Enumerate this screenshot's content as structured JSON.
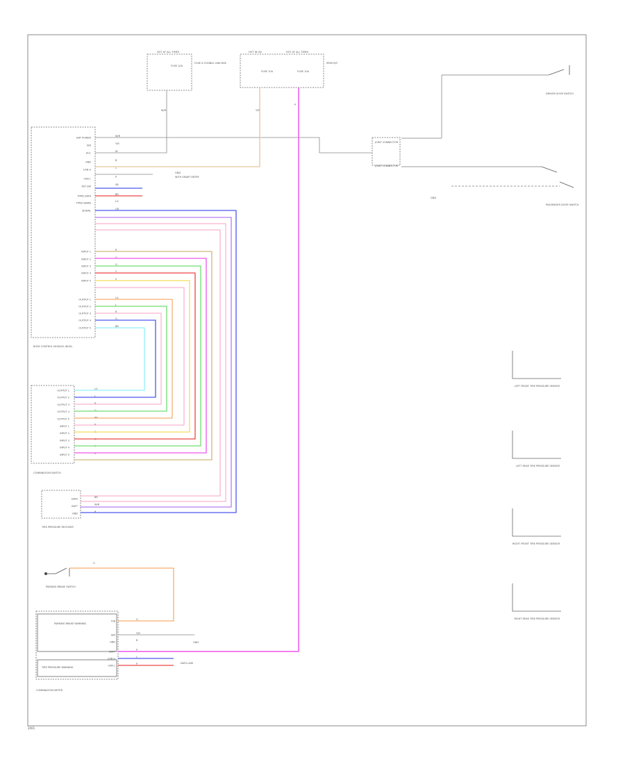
{
  "colors": {
    "yellow": "#f4de5a",
    "tan": "#e3c79a",
    "magenta": "#ee55ee",
    "blue": "#4a58ee",
    "red": "#ee4444",
    "pink": "#f9b3cf",
    "orange": "#f6ae6d",
    "green": "#6edd6e",
    "lightgreen": "#b6f49a",
    "cyan": "#8ef2f7",
    "violet": "#b77cf2",
    "lavender": "#c8b7f2",
    "olive": "#cdb87a"
  },
  "fuse_box": {
    "header": "HOT AT ALL TIMES",
    "fuse_label": "FUSE 10A",
    "title": "FUSE & FUSIBLE LINK BOX",
    "wire": "W/R"
  },
  "ipdm": {
    "header_left": "HOT IN ON",
    "header_right": "HOT AT ALL TIMES",
    "fuse_left": "FUSE 10A",
    "fuse_right": "FUSE 10A",
    "title": "IPDM E/R",
    "wire_left": "Y/R",
    "wire_right": "P"
  },
  "bcm": {
    "title": "BODY CONTROL MODULE (BCM)",
    "pins": [
      {
        "pin": "",
        "name": "BAT POWER",
        "wire": "W/R"
      },
      {
        "pin": "",
        "name": "IGN",
        "wire": "Y/R"
      },
      {
        "pin": "",
        "name": "ACC",
        "wire": "W"
      },
      {
        "pin": "",
        "name": "GND",
        "wire": "B"
      },
      {
        "pin": "",
        "name": "CAN H",
        "wire": "L"
      },
      {
        "pin": "",
        "name": "CAN L",
        "wire": "P"
      },
      {
        "pin": "",
        "name": "KEY SW",
        "wire": "SB"
      },
      {
        "pin": "",
        "name": "TPMS DATA",
        "wire": "BR"
      },
      {
        "pin": "",
        "name": "TPMS WARN",
        "wire": "LG"
      },
      {
        "pin": "",
        "name": "SIGNAL",
        "wire": "GR"
      },
      {
        "pin": "",
        "name": "INPUT 1",
        "wire": "R"
      },
      {
        "pin": "",
        "name": "INPUT 2",
        "wire": "G"
      },
      {
        "pin": "",
        "name": "INPUT 3",
        "wire": "O"
      },
      {
        "pin": "",
        "name": "INPUT 4",
        "wire": "Y"
      },
      {
        "pin": "",
        "name": "INPUT 5",
        "wire": "V"
      },
      {
        "pin": "",
        "name": "OUTPUT 1",
        "wire": "LG"
      },
      {
        "pin": "",
        "name": "OUTPUT 2",
        "wire": "L"
      },
      {
        "pin": "",
        "name": "OUTPUT 3",
        "wire": "R"
      },
      {
        "pin": "",
        "name": "OUTPUT 4",
        "wire": "G"
      },
      {
        "pin": "",
        "name": "OUTPUT 5",
        "wire": "BR"
      }
    ],
    "ground_ref": "GND",
    "ground_note": "WITH SMART ENTRY"
  },
  "combination_switch": {
    "title": "COMBINATION SWITCH",
    "pins": [
      {
        "pin": "",
        "name": "OUTPUT 1",
        "wire": "LG"
      },
      {
        "pin": "",
        "name": "OUTPUT 2",
        "wire": "L"
      },
      {
        "pin": "",
        "name": "OUTPUT 3",
        "wire": "R"
      },
      {
        "pin": "",
        "name": "OUTPUT 4",
        "wire": "G"
      },
      {
        "pin": "",
        "name": "OUTPUT 5",
        "wire": "BR"
      },
      {
        "pin": "",
        "name": "INPUT 1",
        "wire": "R"
      },
      {
        "pin": "",
        "name": "INPUT 2",
        "wire": "G"
      },
      {
        "pin": "",
        "name": "INPUT 3",
        "wire": "O"
      },
      {
        "pin": "",
        "name": "INPUT 4",
        "wire": "Y"
      },
      {
        "pin": "",
        "name": "INPUT 5",
        "wire": "V"
      }
    ]
  },
  "tpms_unit": {
    "title": "TIRE PRESSURE RECEIVER",
    "pins": [
      {
        "pin": "",
        "name": "DATA",
        "wire": "BR"
      },
      {
        "pin": "",
        "name": "BATT",
        "wire": "W/R"
      },
      {
        "pin": "",
        "name": "GND",
        "wire": "B"
      }
    ]
  },
  "parking_brake_switch": {
    "title": "PARKING BRAKE SWITCH",
    "wire": "O"
  },
  "combination_meter": {
    "title": "COMBINATION METER",
    "block_1": "PARKING BRAKE WARNING",
    "block_2": "TIRE PRESSURE WARNING",
    "pins": [
      {
        "pin": "",
        "name": "P/B",
        "wire": "O"
      },
      {
        "pin": "",
        "name": "IGN",
        "wire": "Y/R"
      },
      {
        "pin": "",
        "name": "GND",
        "wire": "B"
      },
      {
        "pin": "",
        "name": "BATT",
        "wire": "P"
      },
      {
        "pin": "",
        "name": "CAN H",
        "wire": "L"
      },
      {
        "pin": "",
        "name": "CAN L",
        "wire": "P"
      }
    ],
    "can_note": "DATA LINK",
    "ground_note": "GND"
  },
  "door_switches": {
    "joint_top": "JOINT CONNECTOR",
    "joint_bottom": "JOINT CONNECTOR",
    "driver_switch": "DRIVER DOOR SWITCH",
    "passenger_switch": "PASSENGER DOOR SWITCH",
    "ground_note": "GND"
  },
  "tire_sensors": [
    "LEFT FRONT TIRE PRESSURE SENSOR",
    "LEFT REAR TIRE PRESSURE SENSOR",
    "RIGHT FRONT TIRE PRESSURE SENSOR",
    "RIGHT REAR TIRE PRESSURE SENSOR"
  ],
  "footer_code": "2001"
}
